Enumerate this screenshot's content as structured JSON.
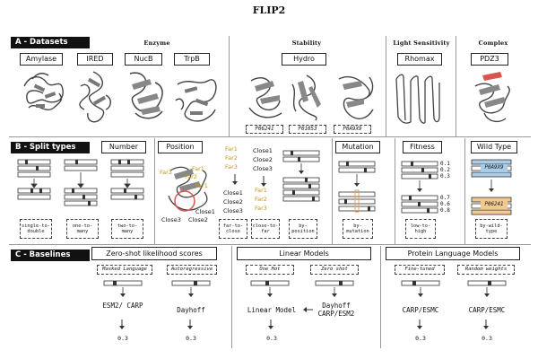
{
  "title": "FLIP2",
  "sections": {
    "datasets": "A - Datasets",
    "splits": "B - Split types",
    "baselines": "C - Baselines"
  },
  "categories": {
    "enzyme": "Enzyme",
    "stability": "Stability",
    "light": "Light Sensitivity",
    "complex": "Complex"
  },
  "datasets": {
    "amylase": "Amylase",
    "ired": "IRED",
    "nucb": "NucB",
    "trpb": "TrpB",
    "hydro": "Hydro",
    "rhomax": "Rhomax",
    "pdz3": "PDZ3"
  },
  "protein_ids": [
    "P06241",
    "P01053",
    "P0A9X9"
  ],
  "splits": {
    "number": "Number",
    "position": "Position",
    "mutation": "Mutation",
    "fitness": "Fitness",
    "wildtype": "Wild Type",
    "labels": {
      "single_to_double": "single-to-double",
      "one_to_many": "one-to-many",
      "two_to_many": "two-to-many",
      "far_to_close": "far-to-close",
      "close_to_far": "close-to-far",
      "by_position": "by-position",
      "by_mutation": "by-mutation",
      "low_to_high": "low-to-high",
      "by_wild_type": "by-wild-type"
    },
    "position_struct": {
      "far1": "Far1",
      "far2": "Far2",
      "far3": "Far3",
      "close1": "Close1",
      "close2": "Close2",
      "close3": "Close3"
    },
    "far_list": [
      "Far1",
      "Far2",
      "Far3"
    ],
    "close_list": [
      "Close1",
      "Close2",
      "Close3"
    ],
    "close_list_2": [
      "Close1",
      "Close2",
      "Close3"
    ],
    "far_list_2": [
      "Far1",
      "Far2",
      "Far3"
    ],
    "fitness_top": [
      "0.1",
      "0.2",
      "0.3"
    ],
    "fitness_bottom": [
      "0.7",
      "0.6",
      "0.8"
    ],
    "wt_ids": [
      "P0A9X9",
      "P06241"
    ]
  },
  "baselines": {
    "zero_shot": {
      "title": "Zero-shot likelihood scores",
      "sub1": "Masked Language",
      "sub2": "Autoregressive",
      "method1": "ESM2/ CARP",
      "method2": "Dayhoff",
      "val1": "0.3",
      "val2": "0.3"
    },
    "linear": {
      "title": "Linear Models",
      "sub1": "One Hot",
      "sub2": "Zero shot",
      "method1": "Linear Model",
      "method2": "Dayhoff CARP/ESM2",
      "val1": "0.3"
    },
    "plm": {
      "title": "Protein Language Models",
      "sub1": "Fine-tuned",
      "sub2": "Random weights",
      "method1": "CARP/ESMC",
      "method2": "CARP/ESMC",
      "val1": "0.3",
      "val2": "0.3"
    }
  },
  "colors": {
    "far": "#c8960a",
    "wt_blue": "#a9cde8",
    "wt_orange": "#f2c98f",
    "highlight_red": "#d9534f",
    "mutation_orange": "#e89a4a"
  }
}
